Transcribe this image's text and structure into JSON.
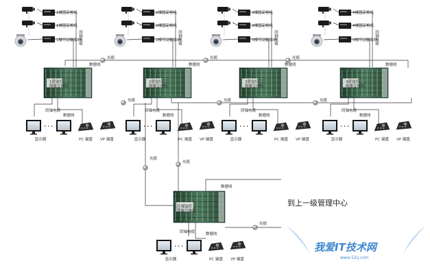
{
  "sites": [
    {
      "switch_label": "1层监控\n图像交换机",
      "camera_labels": [
        "1楼固定枪机",
        "1楼固定枪机",
        "1楼可动摄像机"
      ],
      "cable_label": "同轴电缆",
      "data_label": "数据线",
      "fiber_label": "光缆",
      "station": {
        "monitor": "显示器",
        "pc": "PC 键盘",
        "vp": "VP 键盘",
        "cable": "同轴电缆",
        "data": "数据线"
      }
    },
    {
      "switch_label": "2层监控\n图像交换机",
      "camera_labels": [
        "2楼固定枪机",
        "2楼固定枪机",
        "2楼可动摄像机"
      ],
      "cable_label": "同轴电缆",
      "data_label": "数据线",
      "fiber_label": "光缆",
      "station": {
        "monitor": "显示器",
        "pc": "PC 键盘",
        "vp": "VP 键盘",
        "cable": "同轴电缆",
        "data": "数据线"
      }
    },
    {
      "switch_label": "3层监控\n图像交换机",
      "camera_labels": [
        "3楼固定枪机",
        "3楼固定枪机",
        "3楼可动摄像机"
      ],
      "cable_label": "同轴电缆",
      "data_label": "数据线",
      "fiber_label": "光缆",
      "station": {
        "monitor": "显示器",
        "pc": "PC 键盘",
        "vp": "VP 键盘",
        "cable": "同轴电缆",
        "data": "数据线"
      }
    },
    {
      "switch_label": "4层监控\n图像交换机",
      "camera_labels": [
        "4楼固定枪机",
        "4楼固定枪机",
        "4楼可动摄像机"
      ],
      "cable_label": "同轴电缆",
      "data_label": "数据线",
      "fiber_label": "光缆",
      "station": {
        "monitor": "显示器",
        "pc": "PC 键盘",
        "vp": "VP 键盘",
        "cable": "同轴电缆",
        "data": "数据线"
      }
    }
  ],
  "center": {
    "switch_label": "区域监控\n图像交换机",
    "fiber_label": "光缆",
    "data_label": "数据线",
    "station": {
      "monitor": "显示器",
      "pc": "PC 键盘",
      "vp": "VP 键盘",
      "cable": "同轴电缆",
      "data": "数据线"
    }
  },
  "title": "到上一级管理中心",
  "ellipsis": "• • •",
  "watermark": {
    "text": "我爱IT技术网",
    "url": "www.52ij.com"
  }
}
